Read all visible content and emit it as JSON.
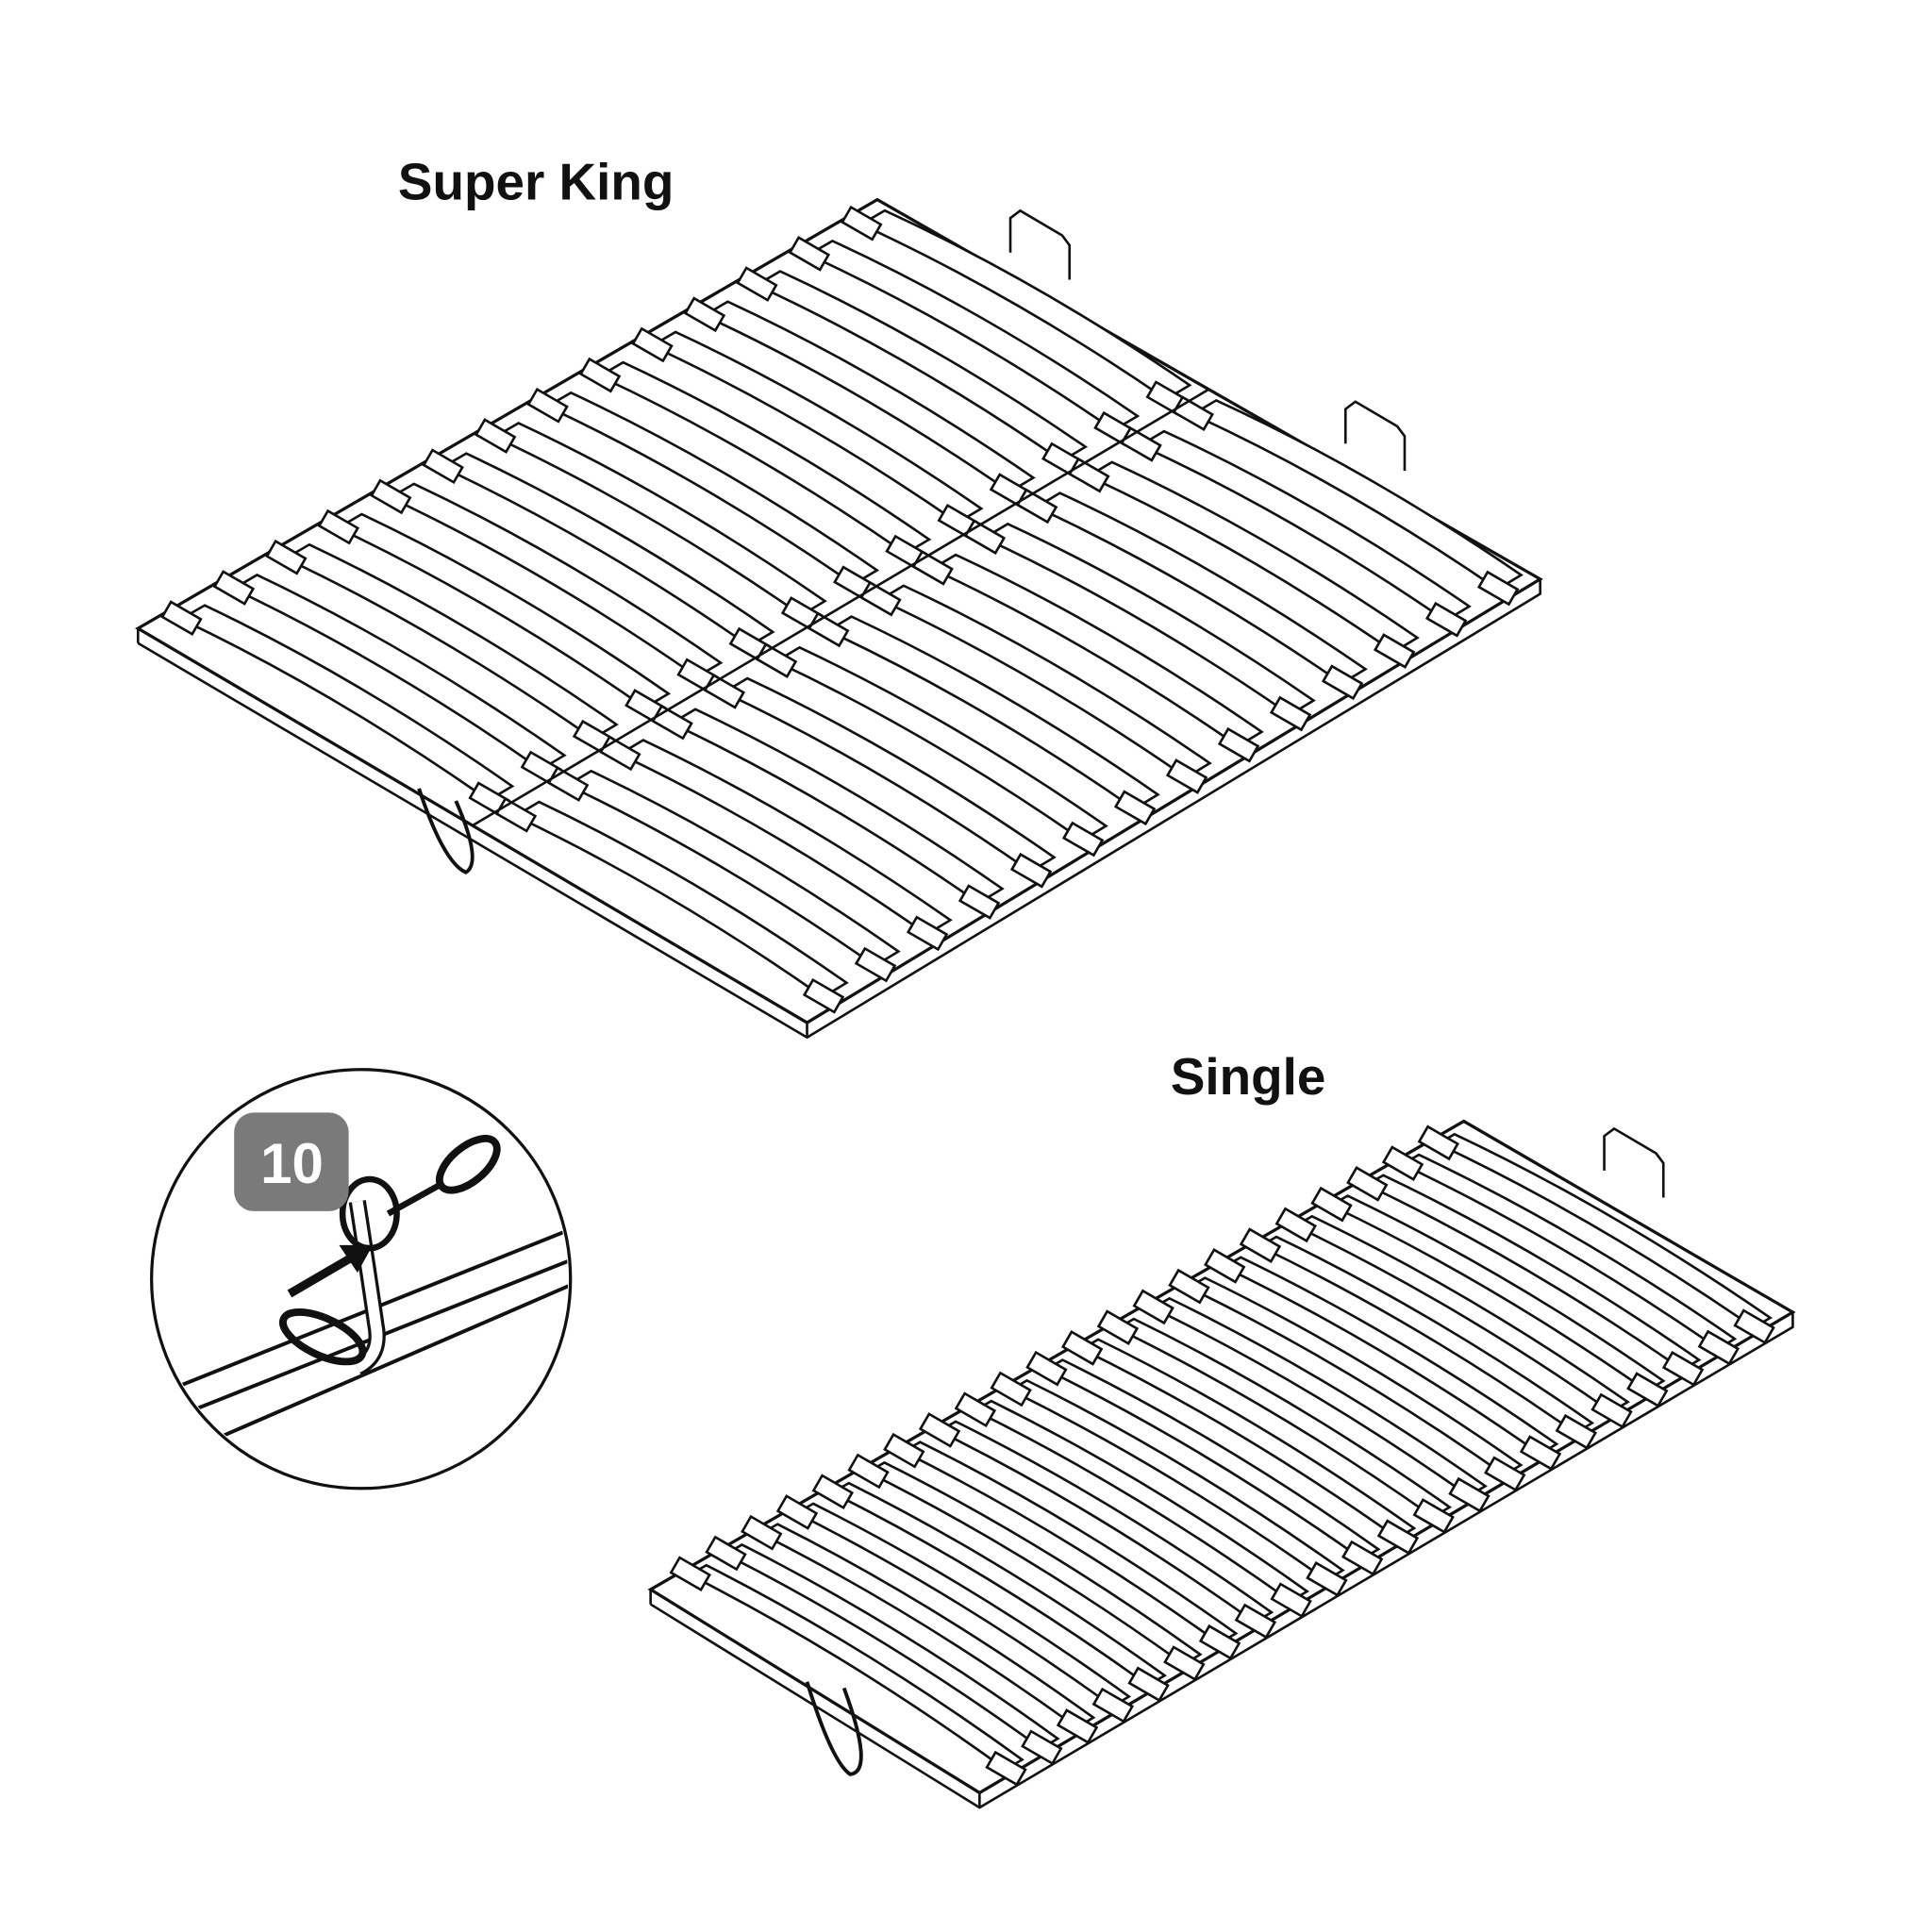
{
  "labels": {
    "super_king": "Super King",
    "single": "Single"
  },
  "inset": {
    "step_number": "10",
    "badge_color": "#7a7a7a"
  },
  "diagrams": [
    {
      "name": "super-king-frame",
      "slats_per_side": 14,
      "halves": 2
    },
    {
      "name": "single-frame",
      "slats_per_side": 22,
      "halves": 1
    }
  ],
  "colors": {
    "line": "#111111",
    "background": "#ffffff"
  }
}
